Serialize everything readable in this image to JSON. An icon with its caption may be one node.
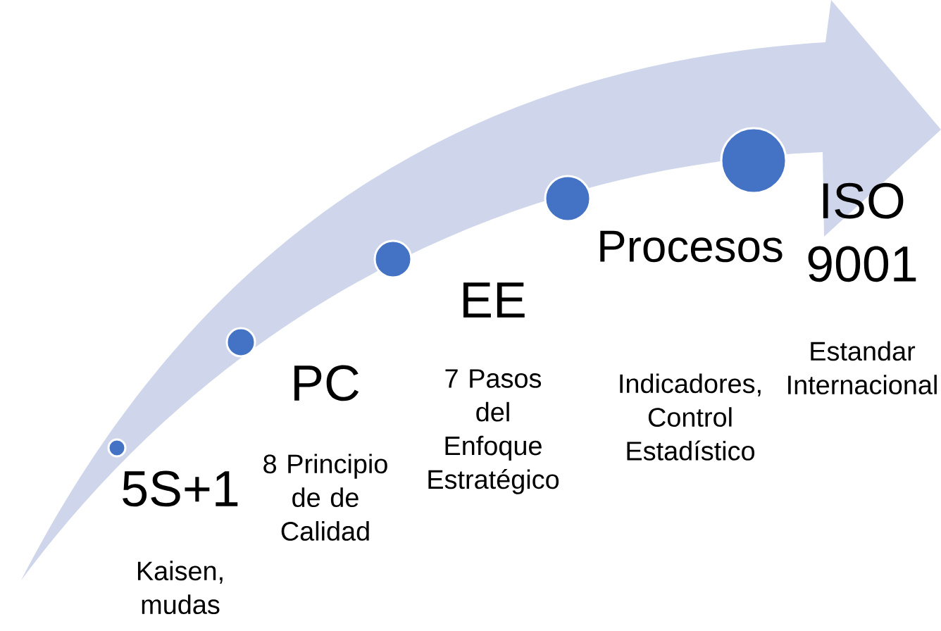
{
  "diagram": {
    "nodes": [
      {
        "text": [],
        "shape": "circle",
        "beside": [
          "5S+1"
        ]
      },
      {
        "text": [],
        "shape": "circle",
        "beside": [
          "PC"
        ]
      },
      {
        "text": [],
        "shape": "circle",
        "beside": [
          "EE"
        ]
      },
      {
        "text": [],
        "shape": "circle",
        "beside": [
          "Procesos"
        ]
      },
      {
        "text": [],
        "shape": "circle",
        "beside": [
          "ISO 9001"
        ]
      }
    ],
    "labels": [
      "Kaisen, mudas",
      "8 Principio de de Calidad",
      "7 Pasos del Enfoque Estratégico",
      "Indicadores, Control Estadístico",
      "Estandar Internacional"
    ]
  }
}
